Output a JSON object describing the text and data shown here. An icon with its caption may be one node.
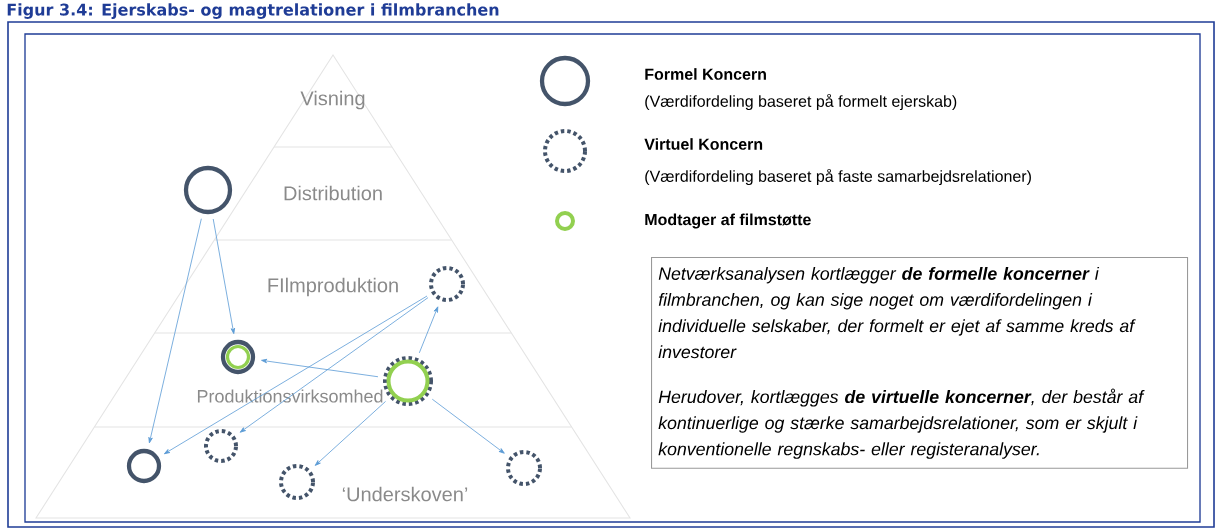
{
  "diagram": {
    "title": "Figur 3.4: Ejerskabs- og magtrelationer i filmbranchen",
    "nodes": [
      {
        "text": [],
        "shape": "circle"
      },
      {
        "text": [],
        "shape": "circle"
      },
      {
        "text": [],
        "shape": "circle"
      },
      {
        "text": [],
        "shape": "circle"
      },
      {
        "text": [],
        "shape": "circle"
      },
      {
        "text": [],
        "shape": "circle"
      },
      {
        "text": [],
        "shape": "circle"
      },
      {
        "text": [],
        "shape": "circle"
      },
      {
        "text": [
          "Netværksanalysen kortlægger **de formelle koncerner** i filmbranchen, og kan sige noget om værdifordelingen i individuelle selskaber, der formelt er ejet af samme kreds af investorer",
          "Herudover, kortlægges **de virtuelle koncerner**, der består af kontinuerlige og stærke samarbejdsrelationer, som er skjult i konventionelle regnskabs- eller registeranalyser."
        ]
      }
    ],
    "edges": [
      {
        "from": 0,
        "to": 5,
        "arrow": "to"
      },
      {
        "from": 0,
        "to": 2,
        "arrow": "to"
      },
      {
        "from": 1,
        "to": 5,
        "arrow": "to"
      },
      {
        "from": 1,
        "to": 4,
        "arrow": "to"
      },
      {
        "from": 3,
        "to": 1,
        "arrow": "to"
      },
      {
        "from": 3,
        "to": 2,
        "arrow": "to"
      },
      {
        "from": 3,
        "to": 7,
        "arrow": "to"
      },
      {
        "from": 3,
        "to": 6,
        "arrow": "to"
      }
    ],
    "labels": [
      "Visning",
      "Distribution",
      "FIlmproduktion",
      "Produktionsvirksomhed",
      "‘Underskoven’",
      "(Værdifordeling baseret på formelt ejerskab)",
      "(Værdifordeling baseret på faste samarbejdsrelationer)"
    ],
    "legend": [
      {
        "text": "Formel Koncern"
      },
      {
        "text": "Virtuel Koncern"
      },
      {
        "text": "Modtager af filmstøtte"
      }
    ]
  }
}
